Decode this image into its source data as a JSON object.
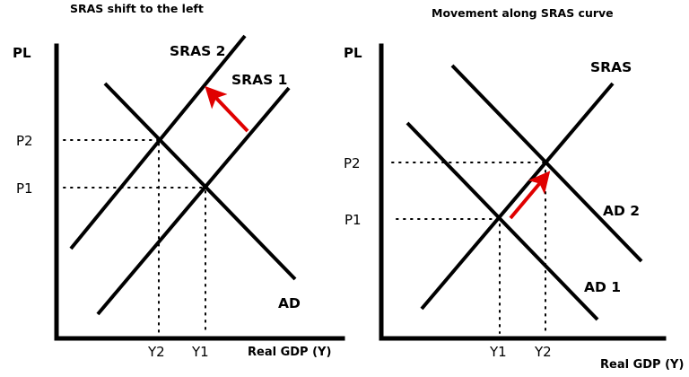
{
  "chart_data": [
    {
      "type": "line",
      "title": "SRAS shift to the left",
      "xlabel": "Real GDP (Y)",
      "ylabel": "PL",
      "x_ticks": [
        "Y2",
        "Y1"
      ],
      "y_ticks": [
        "P2",
        "P1"
      ],
      "grid": false,
      "series": [
        {
          "name": "SRAS 2",
          "points": [
            [
              79,
              277
            ],
            [
              273,
              40
            ]
          ]
        },
        {
          "name": "SRAS 1",
          "points": [
            [
              109,
              350
            ],
            [
              322,
              98
            ]
          ]
        },
        {
          "name": "AD",
          "points": [
            [
              117,
              93
            ],
            [
              329,
              311
            ]
          ]
        }
      ],
      "equilibria": [
        {
          "label": "SRAS 1 & AD",
          "price": "P1",
          "output": "Y1"
        },
        {
          "label": "SRAS 2 & AD",
          "price": "P2",
          "output": "Y2"
        }
      ],
      "annotations": [
        {
          "type": "arrow",
          "color": "#e00000",
          "from": "SRAS 1",
          "to": "SRAS 2",
          "meaning": "leftward shift of SRAS"
        }
      ]
    },
    {
      "type": "line",
      "title": "Movement along SRAS curve",
      "xlabel": "Real GDP (Y)",
      "ylabel": "PL",
      "x_ticks": [
        "Y1",
        "Y2"
      ],
      "y_ticks": [
        "P2",
        "P1"
      ],
      "grid": false,
      "series": [
        {
          "name": "SRAS",
          "points": [
            [
              470,
              344
            ],
            [
              683,
              93
            ]
          ]
        },
        {
          "name": "AD 2",
          "points": [
            [
              504,
              73
            ],
            [
              715,
              291
            ]
          ]
        },
        {
          "name": "AD 1",
          "points": [
            [
              454,
              137
            ],
            [
              666,
              356
            ]
          ]
        }
      ],
      "equilibria": [
        {
          "label": "SRAS & AD 1",
          "price": "P1",
          "output": "Y1"
        },
        {
          "label": "SRAS & AD 2",
          "price": "P2",
          "output": "Y2"
        }
      ],
      "annotations": [
        {
          "type": "arrow",
          "color": "#e00000",
          "from": "P1/Y1 equilibrium",
          "to": "P2/Y2 equilibrium",
          "meaning": "movement along SRAS"
        }
      ]
    }
  ],
  "left": {
    "title": "SRAS shift to the left",
    "y_axis_label": "PL",
    "x_axis_label": "Real GDP (Y)",
    "p2": "P2",
    "p1": "P1",
    "y2": "Y2",
    "y1": "Y1",
    "sras2": "SRAS 2",
    "sras1": "SRAS 1",
    "ad": "AD"
  },
  "right": {
    "title": "Movement along SRAS curve",
    "y_axis_label": "PL",
    "x_axis_label": "Real GDP (Y)",
    "p2": "P2",
    "p1": "P1",
    "y1": "Y1",
    "y2": "Y2",
    "sras": "SRAS",
    "ad2": "AD 2",
    "ad1": "AD 1"
  },
  "colors": {
    "arrow": "#e00000",
    "lines": "#000000",
    "background": "#ffffff"
  }
}
